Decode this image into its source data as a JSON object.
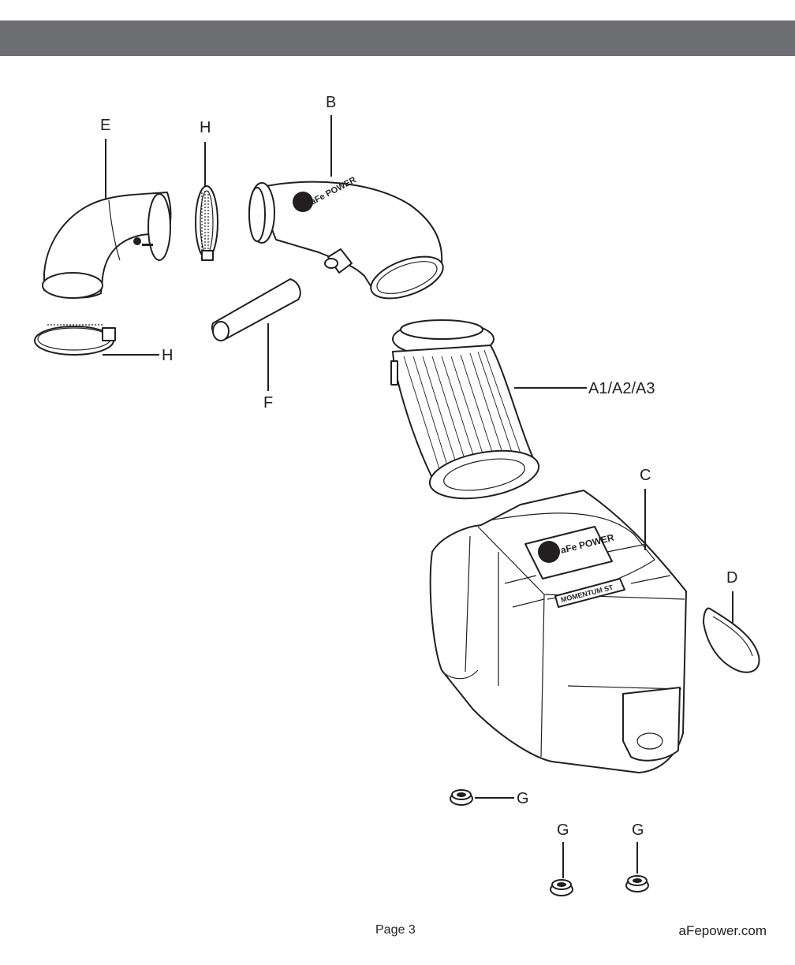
{
  "callouts": {
    "e": "E",
    "h_top": "H",
    "b": "B",
    "h_bottom": "H",
    "f": "F",
    "a": "A1/A2/A3",
    "c": "C",
    "d": "D",
    "g1": "G",
    "g2": "G",
    "g3": "G"
  },
  "logos": {
    "tube_logo": "aFe POWER",
    "box_logo": "aFe POWER",
    "box_badge": "MOMENTUM ST"
  },
  "footer": {
    "page": "Page 3",
    "site": "aFepower.com"
  },
  "colors": {
    "header_bar": "#6d6e71",
    "line": "#231f20"
  },
  "icons": [
    "coupler-elbow",
    "hose-clamp",
    "intake-tube",
    "vent-hose",
    "air-filter",
    "air-box",
    "plug-cover",
    "grommet"
  ]
}
